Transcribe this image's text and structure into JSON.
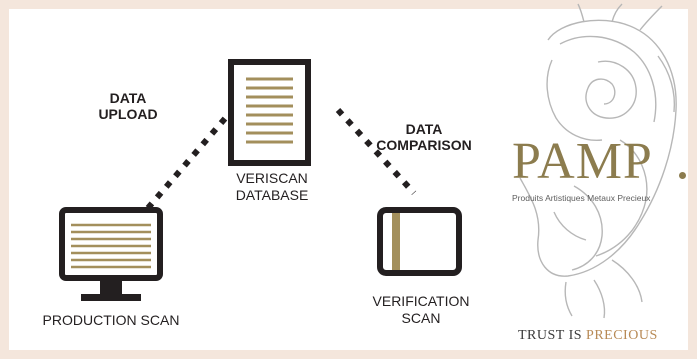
{
  "labels": {
    "data_upload": [
      "DATA",
      "UPLOAD"
    ],
    "veriscan_database": [
      "VERISCAN",
      "DATABASE"
    ],
    "data_comparison": [
      "DATA",
      "COMPARISON"
    ],
    "production_scan": "PRODUCTION SCAN",
    "verification_scan": [
      "VERIFICATION",
      "SCAN"
    ]
  },
  "brand": {
    "logo_word": "PAMP",
    "logo_subtitle": "Produits Artistiques Metaux Precieux",
    "tagline_part1": "TRUST IS",
    "tagline_part2": "PRECIOUS"
  },
  "colors": {
    "background": "#f4e6dc",
    "panel": "#ffffff",
    "icon_dark": "#231f20",
    "gold_accent": "#a38f5c",
    "logo_gold": "#8c7c4e"
  },
  "icons": [
    "database-document-icon",
    "monitor-icon",
    "tablet-icon",
    "fortuna-engraving-icon"
  ]
}
